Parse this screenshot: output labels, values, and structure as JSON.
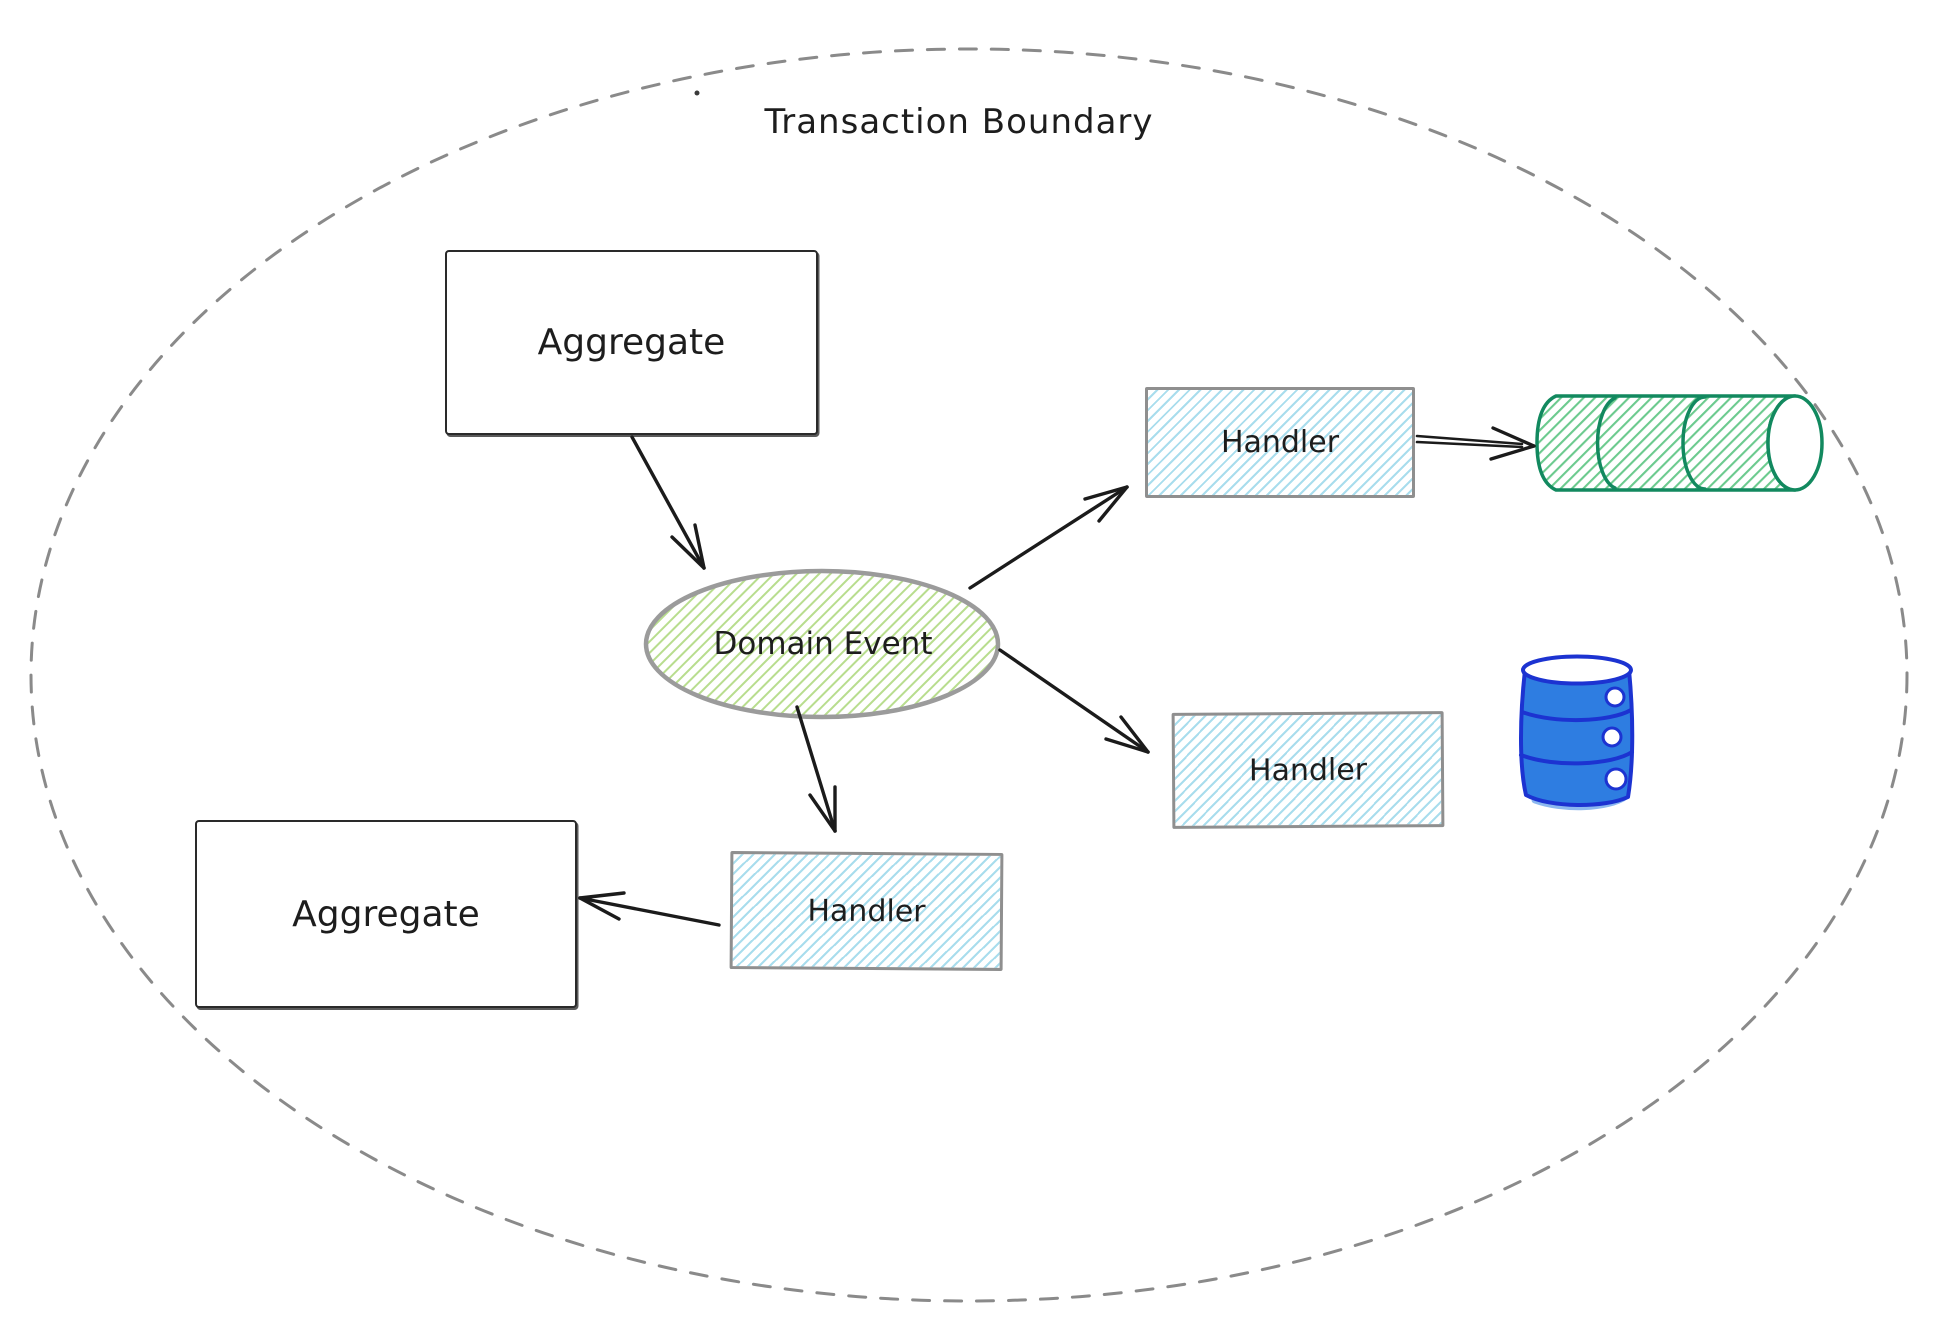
{
  "diagram": {
    "title": "Transaction Boundary",
    "nodes": [
      {
        "id": "aggregate-top",
        "label": "Aggregate",
        "shape": "rectangle"
      },
      {
        "id": "domain-event",
        "label": "Domain Event",
        "shape": "ellipse"
      },
      {
        "id": "handler-top",
        "label": "Handler",
        "shape": "rectangle"
      },
      {
        "id": "handler-right",
        "label": "Handler",
        "shape": "rectangle"
      },
      {
        "id": "handler-bottom",
        "label": "Handler",
        "shape": "rectangle"
      },
      {
        "id": "aggregate-bottom",
        "label": "Aggregate",
        "shape": "rectangle"
      }
    ],
    "icons": [
      {
        "id": "event-store",
        "name": "green-cylinder-icon"
      },
      {
        "id": "database",
        "name": "blue-database-icon"
      }
    ],
    "edges": [
      {
        "from": "aggregate-top",
        "to": "domain-event"
      },
      {
        "from": "domain-event",
        "to": "handler-top"
      },
      {
        "from": "domain-event",
        "to": "handler-right"
      },
      {
        "from": "domain-event",
        "to": "handler-bottom"
      },
      {
        "from": "handler-bottom",
        "to": "aggregate-bottom"
      },
      {
        "from": "handler-top",
        "to": "event-store"
      }
    ],
    "colors": {
      "ink": "#1d1d1d",
      "boundary_stroke": "#8a8a8a",
      "box_stroke": "#2a2a2a",
      "handler_stroke": "#8f8f8f",
      "handler_hatch": "#a9dded",
      "event_stroke": "#9b9b9b",
      "event_hatch": "#b8dd8e",
      "cylinder_stroke": "#12895f",
      "cylinder_hatch": "#6bca8e",
      "database_fill": "#2e7de1",
      "database_stroke": "#1c33d1",
      "arrow": "#1b1b1b"
    }
  }
}
